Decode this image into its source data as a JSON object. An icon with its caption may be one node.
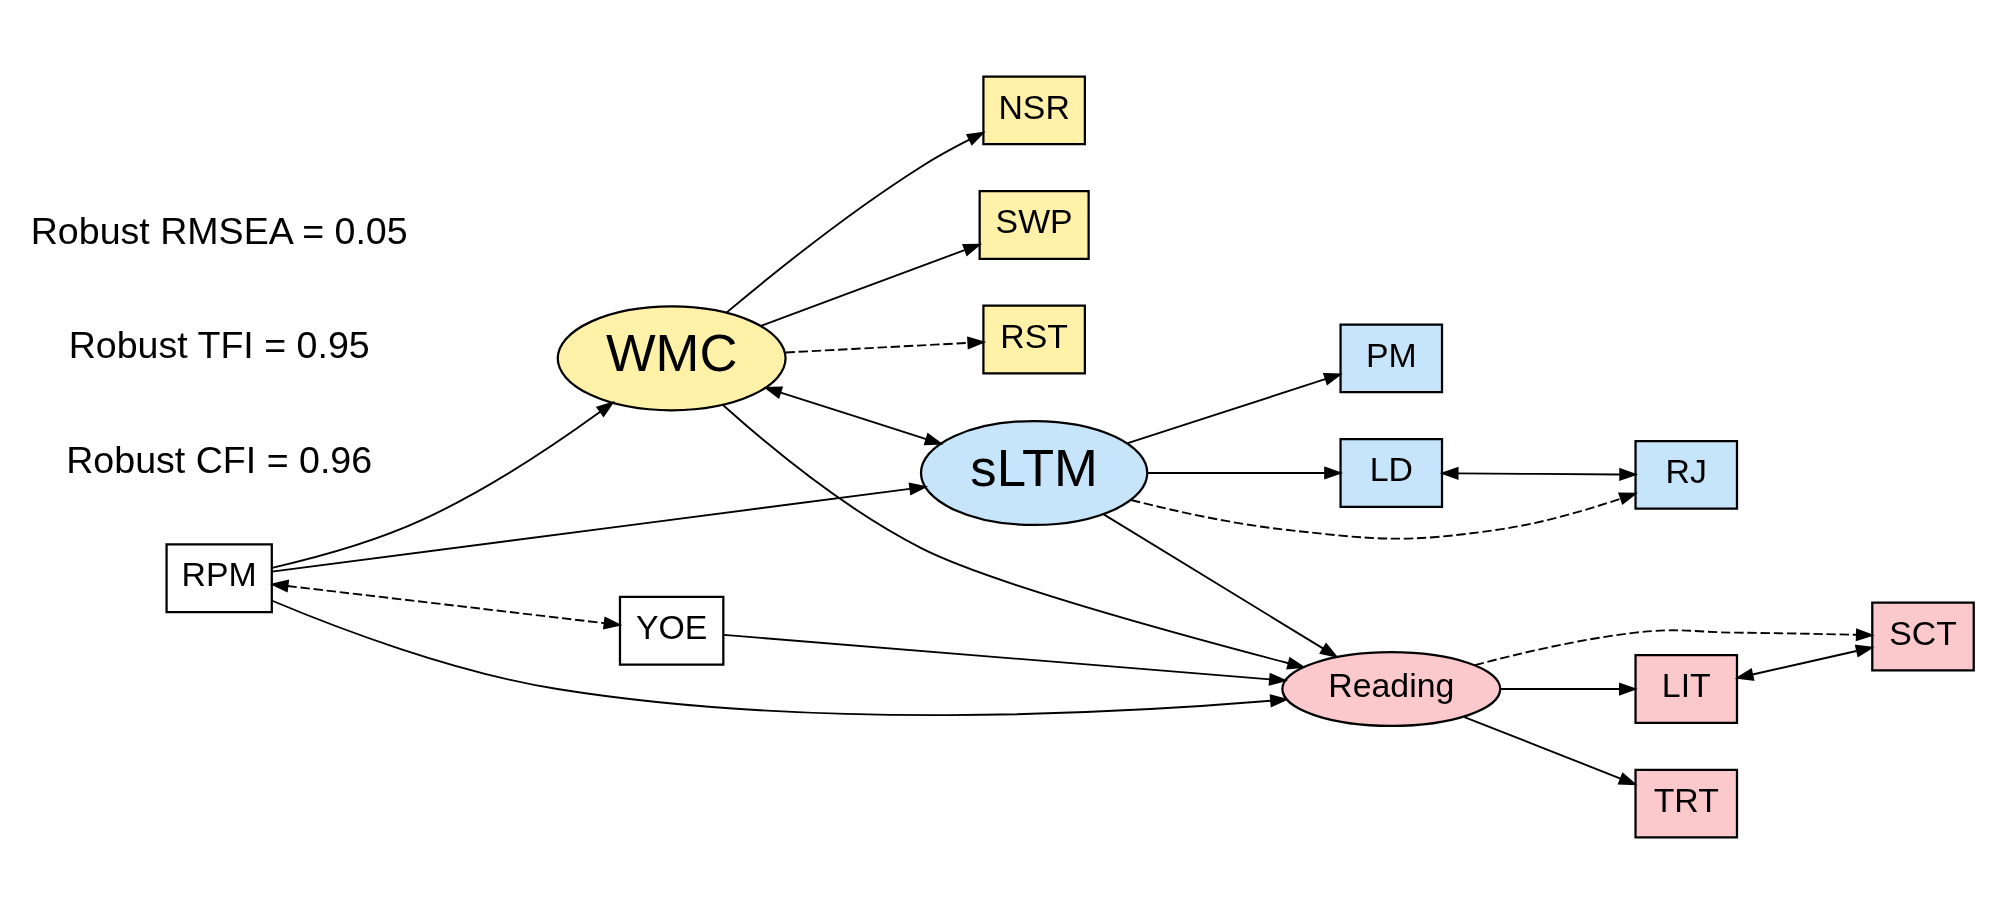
{
  "diagram": {
    "nodes": [
      {
        "text": [
          "NSR"
        ]
      },
      {
        "text": [
          "SWP"
        ]
      },
      {
        "text": [
          "RST"
        ]
      },
      {
        "text": [
          "PM"
        ]
      },
      {
        "text": [
          "LD"
        ]
      },
      {
        "text": [
          "RJ"
        ]
      },
      {
        "text": [
          "WMC"
        ]
      },
      {
        "text": [
          "sLTM"
        ]
      },
      {
        "text": [
          "RPM"
        ]
      },
      {
        "text": [
          "YOE"
        ]
      },
      {
        "text": [
          "Reading"
        ]
      },
      {
        "text": [
          "LIT"
        ]
      },
      {
        "text": [
          "TRT"
        ]
      },
      {
        "text": [
          "SCT"
        ]
      }
    ],
    "edges": [
      {
        "from": 6,
        "to": 0,
        "arrow": "to"
      },
      {
        "from": 6,
        "to": 1,
        "arrow": "to"
      },
      {
        "from": 6,
        "to": 2,
        "arrow": "to",
        "style": "dashed"
      },
      {
        "from": 6,
        "to": 7,
        "arrow": "both"
      },
      {
        "from": 7,
        "to": 3,
        "arrow": "to"
      },
      {
        "from": 7,
        "to": 4,
        "arrow": "to"
      },
      {
        "from": 7,
        "to": 5,
        "arrow": "to",
        "style": "dashed"
      },
      {
        "from": 4,
        "to": 5,
        "arrow": "both"
      },
      {
        "from": 8,
        "to": 6,
        "arrow": "to"
      },
      {
        "from": 8,
        "to": 7,
        "arrow": "to"
      },
      {
        "from": 8,
        "to": 10,
        "arrow": "to"
      },
      {
        "from": 8,
        "to": 9,
        "arrow": "both",
        "style": "dashed"
      },
      {
        "from": 9,
        "to": 10,
        "arrow": "to"
      },
      {
        "from": 6,
        "to": 10,
        "arrow": "to"
      },
      {
        "from": 7,
        "to": 10,
        "arrow": "to"
      },
      {
        "from": 10,
        "to": 11,
        "arrow": "to"
      },
      {
        "from": 10,
        "to": 12,
        "arrow": "to"
      },
      {
        "from": 10,
        "to": 13,
        "arrow": "to",
        "style": "dashed"
      },
      {
        "from": 11,
        "to": 13,
        "arrow": "both"
      }
    ],
    "labels": [
      "Robust CFI = 0.96",
      "Robust TFI = 0.95",
      "Robust RMSEA = 0.05"
    ]
  }
}
